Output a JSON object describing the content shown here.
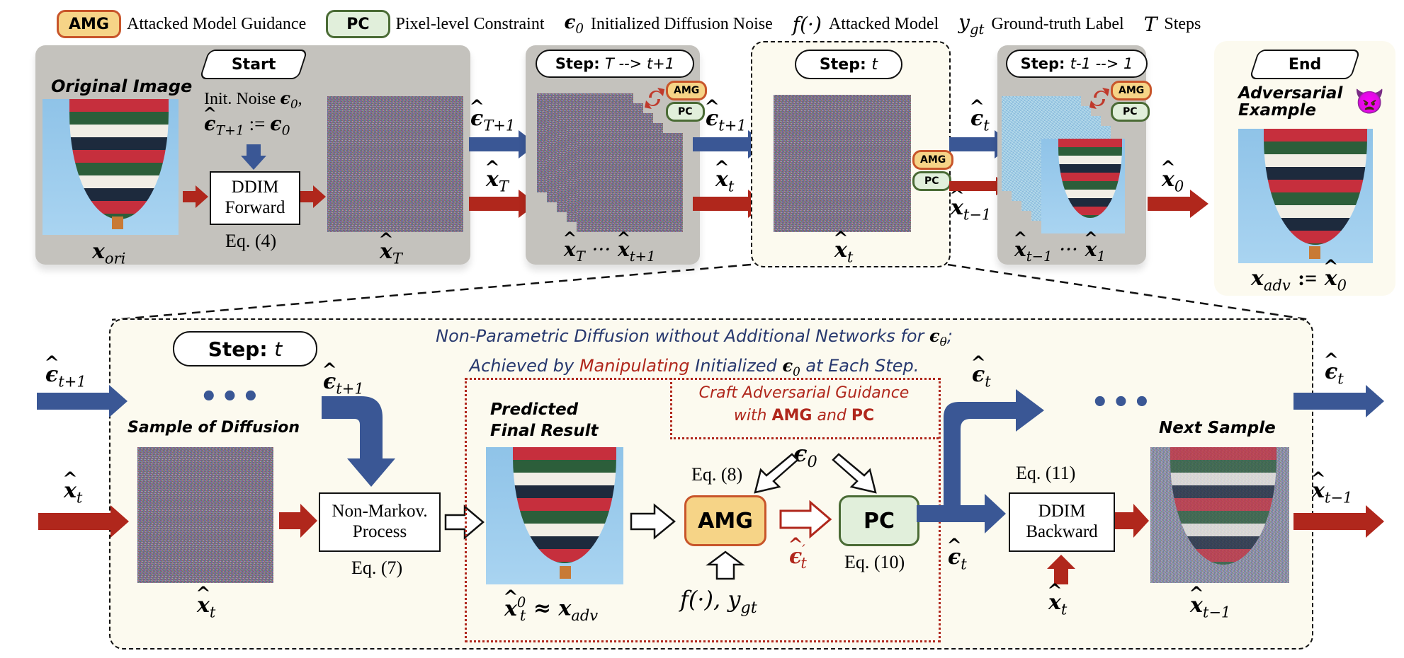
{
  "legend": {
    "items": [
      {
        "badge": "AMG",
        "text": "Attacked Model Guidance"
      },
      {
        "badge": "PC",
        "text": "Pixel-level Constraint"
      },
      {
        "symbol": "ϵ",
        "symbol_sub": "0",
        "text": "Initialized Diffusion Noise"
      },
      {
        "symbol": "f(·)",
        "text": "Attacked Model"
      },
      {
        "symbol": "y",
        "symbol_sub": "gt",
        "text": "Ground-truth Label"
      },
      {
        "symbol": "T",
        "text": "Steps"
      }
    ]
  },
  "top": {
    "start": {
      "label": "Start",
      "caption": "Original Image",
      "var_ori": "x",
      "var_ori_sub": "ori",
      "init_noise": "Init. Noise",
      "eps0": "ϵ",
      "eps0_sub": "0",
      "assign_lhs": "ϵ",
      "assign_lhs_sub": "T+1",
      "assign_op": ":=",
      "box_line1": "DDIM",
      "box_line2": "Forward",
      "eq": "Eq. (4)",
      "var_xT": "x",
      "var_xT_sub": "T"
    },
    "arrows1": {
      "eps": "ϵ",
      "eps_sub": "T+1",
      "x": "x",
      "x_sub": "T"
    },
    "step_T": {
      "label_prefix": "Step:",
      "label_range": "T --> t+1",
      "badge_amg": "AMG",
      "badge_pc": "PC",
      "var_from": "x",
      "var_from_sub": "T",
      "ellipsis": "···",
      "var_to": "x",
      "var_to_sub": "t+1"
    },
    "arrows2": {
      "eps": "ϵ",
      "eps_sub": "t+1",
      "x": "x",
      "x_sub": "t"
    },
    "step_t": {
      "label_prefix": "Step:",
      "label_step": "t",
      "badge_amg": "AMG",
      "badge_pc": "PC",
      "var": "x",
      "var_sub": "t"
    },
    "arrows3": {
      "eps": "ϵ",
      "eps_sub": "t",
      "x": "x",
      "x_sub": "t−1"
    },
    "step_t1": {
      "label_prefix": "Step:",
      "label_range": "t-1 --> 1",
      "badge_amg": "AMG",
      "badge_pc": "PC",
      "var_from": "x",
      "var_from_sub": "t−1",
      "ellipsis": "···",
      "var_to": "x",
      "var_to_sub": "1"
    },
    "arrows4": {
      "x": "x",
      "x_sub": "0"
    },
    "end": {
      "label": "End",
      "caption_line1": "Adversarial",
      "caption_line2": "Example",
      "emoji": "👿",
      "var_adv": "x",
      "var_adv_sub": "adv",
      "assign_op": ":=",
      "var_x0": "x",
      "var_x0_sub": "0"
    }
  },
  "detail": {
    "step_label_prefix": "Step:",
    "step_label": "t",
    "heading_line1_a": "Non-Parametric Diffusion without Additional Networks for",
    "heading_line1_sym": "ϵ",
    "heading_line1_sym_sub": "θ",
    "heading_line1_end": ";",
    "heading_line2_a": "Achieved by",
    "heading_line2_red": "Manipulating",
    "heading_line2_b": "Initialized",
    "heading_line2_sym": "ϵ",
    "heading_line2_sym_sub": "0",
    "heading_line2_c": "at Each Step.",
    "in_eps": "ϵ",
    "in_eps_sub": "t+1",
    "in_x": "x",
    "in_x_sub": "t",
    "ellipsis": "•••",
    "sample_caption": "Sample of Diffusion",
    "sample_var": "x",
    "sample_var_sub": "t",
    "eps_down": "ϵ",
    "eps_down_sub": "t+1",
    "nonmarkov_line1": "Non-Markov.",
    "nonmarkov_line2": "Process",
    "eq7": "Eq. (7)",
    "predicted_line1": "Predicted",
    "predicted_line2": "Final Result",
    "pred_var": "x",
    "pred_var_sup": "0",
    "pred_var_sub": "t",
    "pred_approx": "≈",
    "pred_adv": "x",
    "pred_adv_sub": "adv",
    "craft_line1": "Craft Adversarial Guidance",
    "craft_line2_a": "with",
    "craft_line2_amg": "AMG",
    "craft_line2_b": "and",
    "craft_line2_pc": "PC",
    "eps0": "ϵ",
    "eps0_sub": "0",
    "eq8": "Eq. (8)",
    "amg": "AMG",
    "pc": "PC",
    "eps_prime": "ϵ",
    "eps_prime_sup": "′",
    "eps_prime_sub": "t",
    "eq10": "Eq. (10)",
    "model_input": "f(·), y",
    "model_input_sub": "gt",
    "eps_up": "ϵ",
    "eps_up_sub": "t",
    "eps_side": "ϵ",
    "eps_side_sub": "t",
    "eq11": "Eq. (11)",
    "ddim_line1": "DDIM",
    "ddim_line2": "Backward",
    "x_up": "x",
    "x_up_sub": "t",
    "ellipsis2": "•••",
    "next_caption": "Next Sample",
    "next_var": "x",
    "next_var_sub": "t−1",
    "out_eps": "ϵ",
    "out_eps_sub": "t",
    "out_x": "x",
    "out_x_sub": "t−1"
  },
  "colors": {
    "blue_arrow": "#3a5795",
    "red_arrow": "#b0271c",
    "amg_fill": "#f6d487",
    "amg_border": "#c8552a",
    "pc_fill": "#e1efdb",
    "pc_border": "#4a6b35",
    "gray_panel": "#c4c2bd",
    "cream_panel": "#fcfaef",
    "heading_blue": "#27386e",
    "heading_red": "#b0271c"
  }
}
